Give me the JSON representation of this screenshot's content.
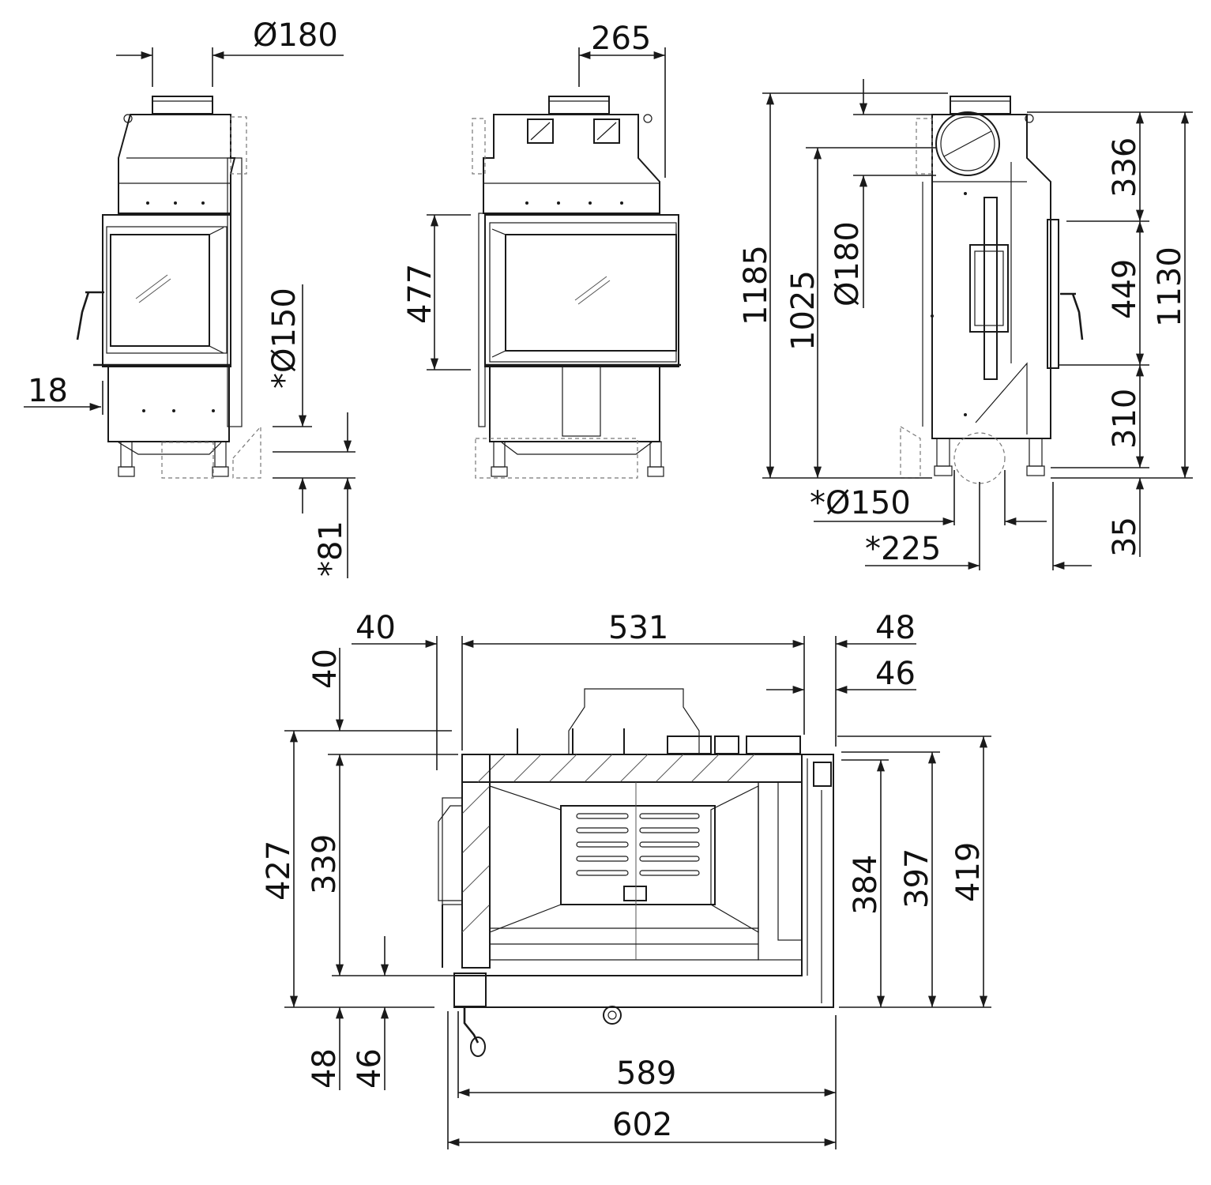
{
  "views": {
    "front": {
      "dims": {
        "d180": "Ø180",
        "d150": "*Ø150",
        "d18": "18",
        "d81": "*81"
      }
    },
    "side": {
      "dims": {
        "d265": "265",
        "d477": "477"
      }
    },
    "rear": {
      "dims": {
        "d1185": "1185",
        "d1025": "1025",
        "d180": "Ø180",
        "d336": "336",
        "d449": "449",
        "d310": "310",
        "d35": "35",
        "d1130": "1130",
        "d150": "*Ø150",
        "d225": "*225"
      }
    },
    "plan": {
      "dims": {
        "d40top": "40",
        "d531": "531",
        "d48top": "48",
        "d46top": "46",
        "d40left": "40",
        "d427": "427",
        "d339": "339",
        "d48bottom": "48",
        "d46bottom": "46",
        "d384": "384",
        "d397": "397",
        "d419": "419",
        "d589": "589",
        "d602": "602"
      }
    }
  }
}
